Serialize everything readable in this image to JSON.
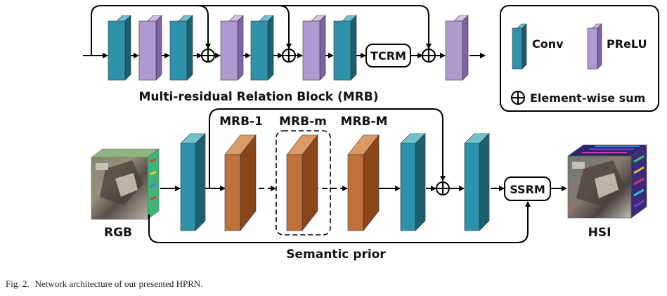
{
  "diagram": {
    "mrb_title": "Multi-residual Relation Block (MRB)",
    "tcrm": "TCRM",
    "ssrm": "SSRM",
    "mrb_labels": [
      "MRB-1",
      "MRB-m",
      "MRB-M"
    ],
    "rgb": "RGB",
    "hsi": "HSI",
    "semantic_prior": "Semantic prior",
    "legend": {
      "conv": "Conv",
      "prelu": "PReLU",
      "sum": "Element-wise sum"
    }
  },
  "caption": {
    "fig": "Fig. 2.",
    "text": "Network architecture of our presented HPRN."
  },
  "colors": {
    "conv_front": "#2e93aa",
    "conv_side": "#1b5f70",
    "prelu_front": "#b29ad0",
    "prelu_side": "#7e62a3",
    "mrb_front": "#c0703a",
    "mrb_side": "#8a4519"
  }
}
